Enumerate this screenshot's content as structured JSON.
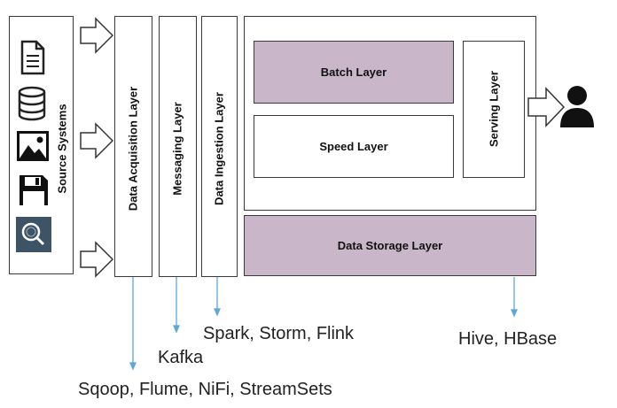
{
  "layers": {
    "source": "Source Systems",
    "acquisition": "Data Acquisition Layer",
    "messaging": "Messaging Layer",
    "ingestion": "Data Ingestion Layer",
    "batch": "Batch Layer",
    "speed": "Speed Layer",
    "serving": "Serving Layer",
    "storage": "Data Storage Layer"
  },
  "tools": {
    "acquisition": "Sqoop, Flume, NiFi, StreamSets",
    "messaging": "Kafka",
    "ingestion": "Spark, Storm, Flink",
    "storage": "Hive, HBase"
  },
  "colors": {
    "purple_fill": "#c9b6c9",
    "pointer_line": "#5ea8d8",
    "border": "#3a3a3a"
  },
  "icons": [
    "document-icon",
    "database-icon",
    "image-icon",
    "floppy-disk-icon",
    "search-image-icon",
    "user-icon"
  ]
}
